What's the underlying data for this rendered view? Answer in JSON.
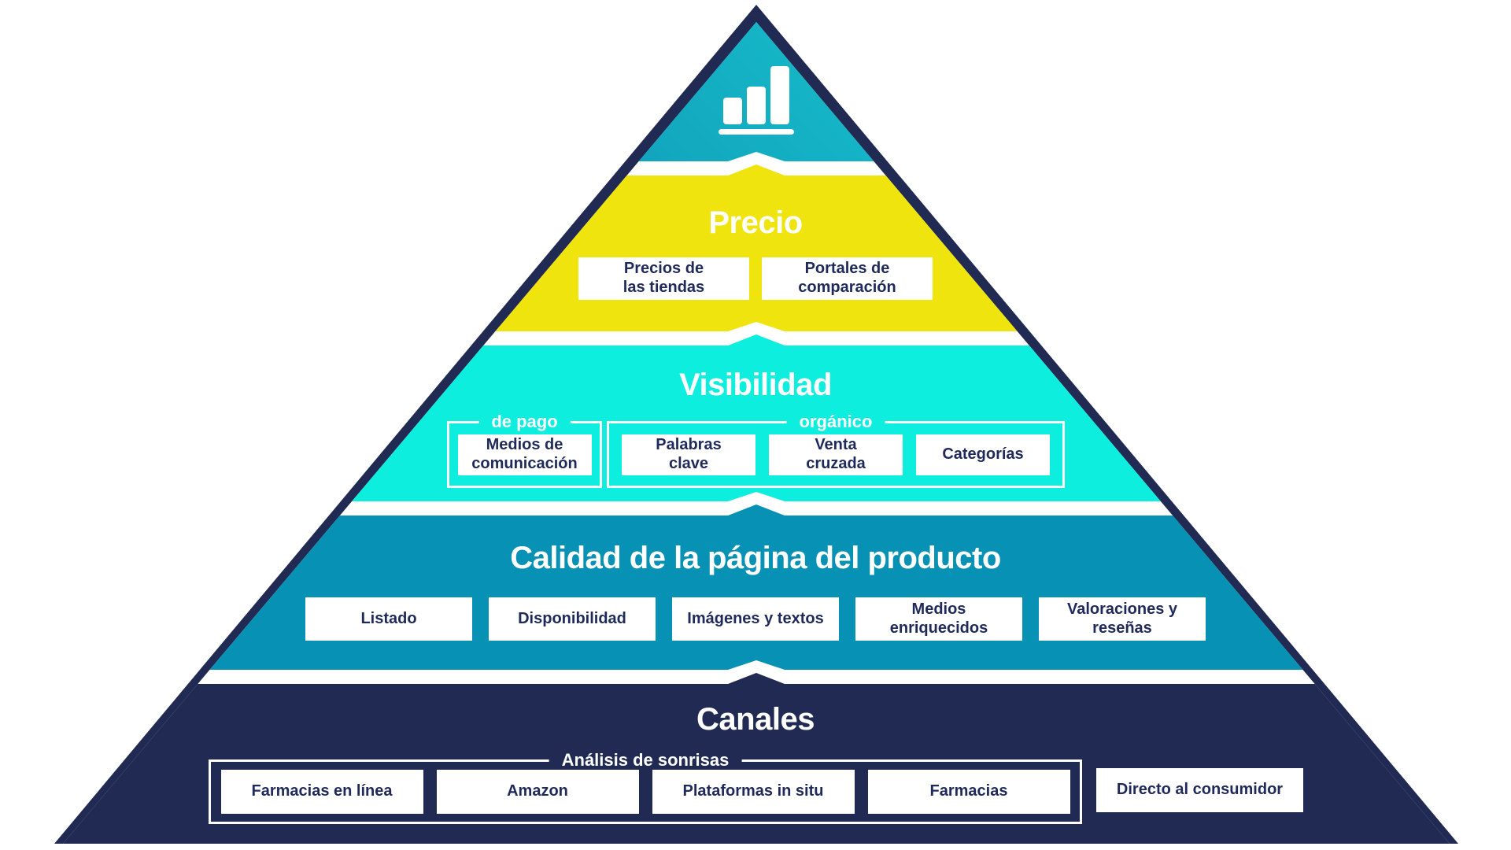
{
  "diagram": {
    "icon": "bar-chart-icon",
    "levels": {
      "precio": {
        "title": "Precio",
        "boxes": [
          "Precios de\nlas tiendas",
          "Portales de\ncomparación"
        ]
      },
      "visibilidad": {
        "title": "Visibilidad",
        "groups": [
          {
            "label": "de pago",
            "boxes": [
              "Medios de\ncomunicación"
            ]
          },
          {
            "label": "orgánico",
            "boxes": [
              "Palabras\nclave",
              "Venta\ncruzada",
              "Categorías"
            ]
          }
        ]
      },
      "calidad": {
        "title": "Calidad de la página del producto",
        "boxes": [
          "Listado",
          "Disponibilidad",
          "Imágenes y textos",
          "Medios\nenriquecidos",
          "Valoraciones y\nreseñas"
        ]
      },
      "canales": {
        "title": "Canales",
        "group": {
          "label": "Análisis de sonrisas",
          "boxes": [
            "Farmacias en línea",
            "Amazon",
            "Plataformas in situ",
            "Farmacias"
          ]
        },
        "outside_boxes": [
          "Directo al consumidor"
        ]
      }
    },
    "colors": {
      "navy": "#202A52",
      "yellow": "#EFE40D",
      "cyan": "#0EEEDE",
      "blue": "#0792B5",
      "apex_gradient_start": "#2ADDDF",
      "apex_gradient_end": "#0C84AB",
      "box_text": "#1F2A5B",
      "separator": "#FFFFFF"
    }
  }
}
